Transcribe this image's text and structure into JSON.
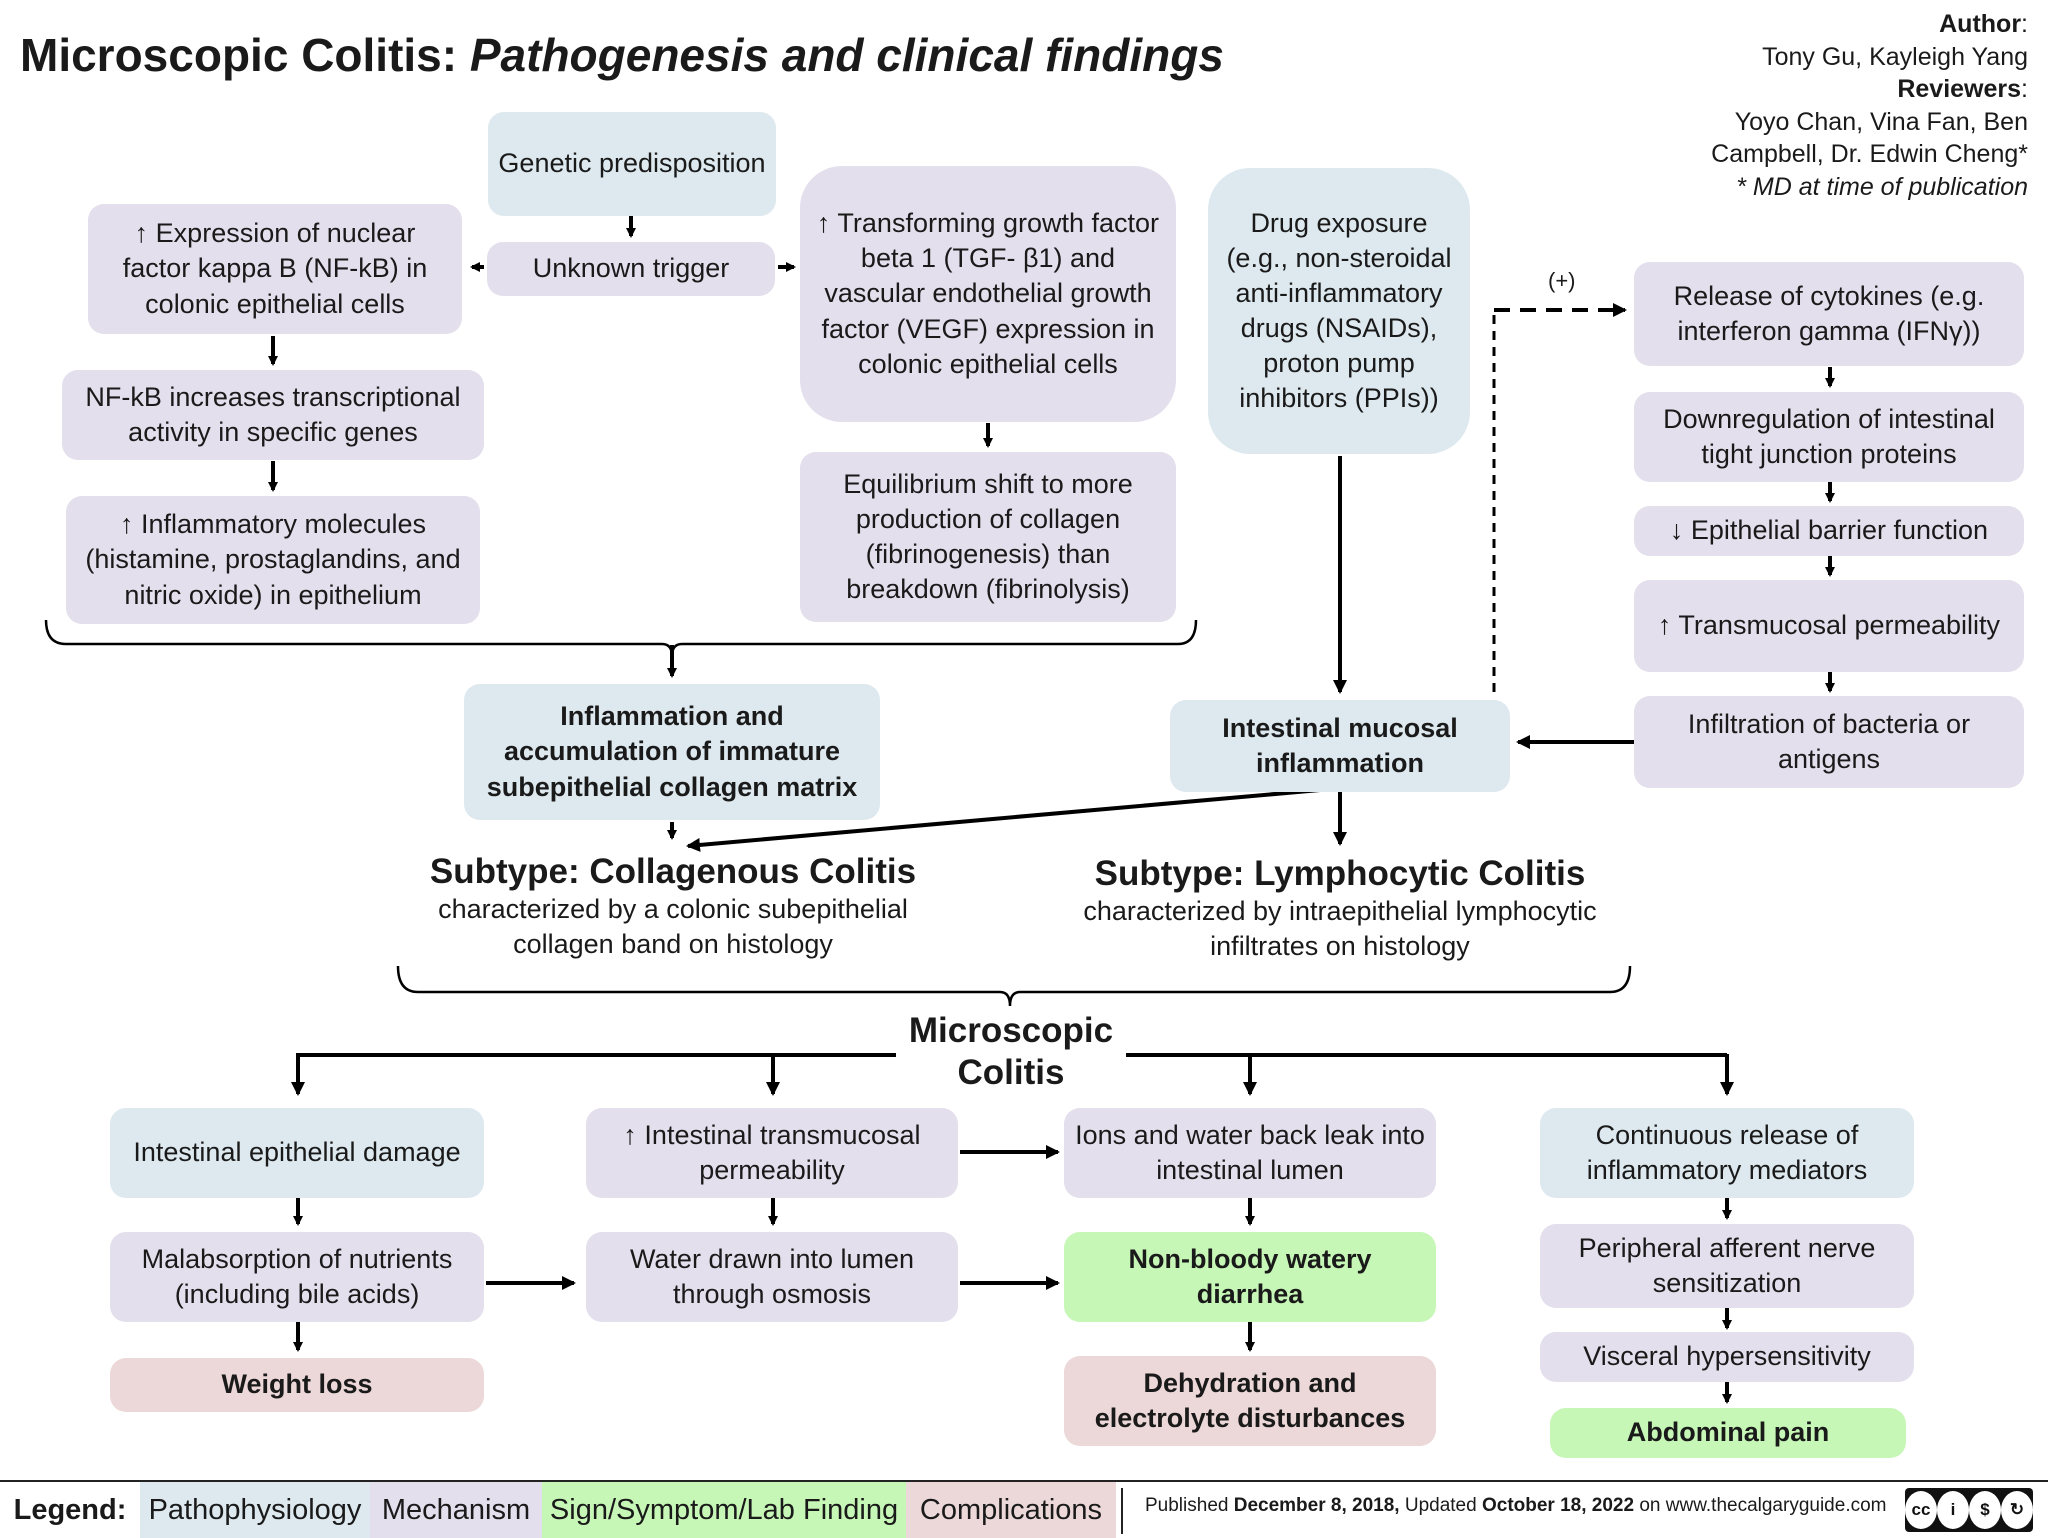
{
  "title": {
    "main": "Microscopic Colitis:",
    "sub": "Pathogenesis and clinical findings"
  },
  "author": {
    "author_label": "Author",
    "authors": "Tony Gu, Kayleigh Yang",
    "reviewers_label": "Reviewers",
    "reviewers_1": "Yoyo Chan, Vina Fan, Ben",
    "reviewers_2": "Campbell, Dr. Edwin Cheng*",
    "note": "* MD at time of publication"
  },
  "nodes": {
    "genetic": "Genetic predisposition",
    "trigger": "Unknown trigger",
    "nfkb_expr": "↑ Expression of nuclear factor kappa B (NF-kB) in colonic epithelial cells",
    "nfkb_trans": "NF-kB increases transcriptional activity in specific genes",
    "inflam_mol": "↑ Inflammatory molecules (histamine, prostaglandins, and nitric oxide) in epithelium",
    "tgf": "↑ Transforming growth factor beta 1 (TGF- β1) and vascular endothelial growth factor (VEGF) expression in colonic epithelial cells",
    "equilibrium": "Equilibrium shift to more production of collagen (fibrinogenesis) than breakdown (fibrinolysis)",
    "drug": "Drug exposure (e.g., non-steroidal anti-inflammatory drugs (NSAIDs), proton pump inhibitors (PPIs))",
    "cytokines": "Release of cytokines (e.g. interferon gamma (IFNγ))",
    "tight_junction": "Downregulation of intestinal tight junction proteins",
    "barrier": "↓ Epithelial barrier function",
    "transmucosal_perm": "↑ Transmucosal permeability",
    "infiltration": "Infiltration of bacteria or antigens",
    "inflam_collagen": "Inflammation and accumulation of immature subepithelial collagen matrix",
    "mucosal_inflam": "Intestinal mucosal inflammation",
    "epithelial_damage": "Intestinal epithelial damage",
    "malabsorption": "Malabsorption of nutrients (including bile acids)",
    "weight_loss": "Weight loss",
    "intestinal_perm": "↑ Intestinal transmucosal permeability",
    "water_drawn": "Water drawn into lumen through osmosis",
    "ions_water": "Ions and water back leak into intestinal lumen",
    "diarrhea": "Non-bloody watery diarrhea",
    "dehydration": "Dehydration and electrolyte disturbances",
    "continuous_release": "Continuous release of inflammatory mediators",
    "nerve_sensitization": "Peripheral afferent nerve sensitization",
    "visceral": "Visceral hypersensitivity",
    "abdominal_pain": "Abdominal pain"
  },
  "subtypes": {
    "collagenous_title": "Subtype: Collagenous Colitis",
    "collagenous_desc": "characterized by a colonic subepithelial collagen band on histology",
    "lymphocytic_title": "Subtype: Lymphocytic Colitis",
    "lymphocytic_desc": "characterized by intraepithelial lymphocytic infiltrates on histology"
  },
  "center_label": "Microscopic Colitis",
  "plus_label": "(+)",
  "legend": {
    "label": "Legend:",
    "items": [
      "Pathophysiology",
      "Mechanism",
      "Sign/Symptom/Lab Finding",
      "Complications"
    ],
    "colors": [
      "#dde9ef",
      "#e3dfec",
      "#c7f7b7",
      "#ecd8d8"
    ]
  },
  "footer": {
    "published_prefix": "Published",
    "published_date": "December 8, 2018,",
    "updated_prefix": "Updated",
    "updated_date": "October 18, 2022",
    "site": "on www.thecalgaryguide.com",
    "license": "cc by nc sa"
  }
}
